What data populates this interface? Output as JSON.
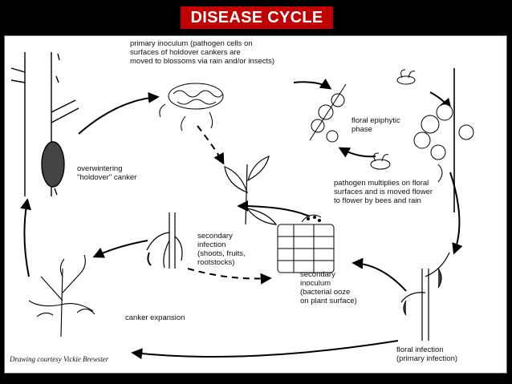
{
  "title": "DISEASE CYCLE",
  "colors": {
    "title_bg": "#c00000",
    "slide_bg": "#000000",
    "panel_bg": "#ffffff"
  },
  "labels": {
    "primary_inoculum": "primary inoculum (pathogen cells on\nsurfaces of holdover cankers are\nmoved to blossoms via rain and/or insects)",
    "floral_epiphytic": "floral epiphytic\nphase",
    "overwintering": "overwintering\n\"holdover\" canker",
    "pathogen_multiplies": "pathogen multiplies on floral\nsurfaces and is moved flower\nto flower by bees and rain",
    "secondary_infection": "secondary\ninfection\n(shoots, fruits,\nrootstocks)",
    "secondary_inoculum": "secondary\ninoculum\n(bacterial ooze\non plant surface)",
    "canker_expansion": "canker expansion",
    "floral_infection": "floral infection\n(primary infection)",
    "credit": "Drawing courtesy Vickie Brewster"
  },
  "icons": [
    "tree-trunk-canker",
    "bacteria-smear",
    "blossom-cluster",
    "bee-icon",
    "shoot-leaves",
    "wilted-shoot",
    "cell-tissue",
    "infected-branch",
    "shrub"
  ]
}
